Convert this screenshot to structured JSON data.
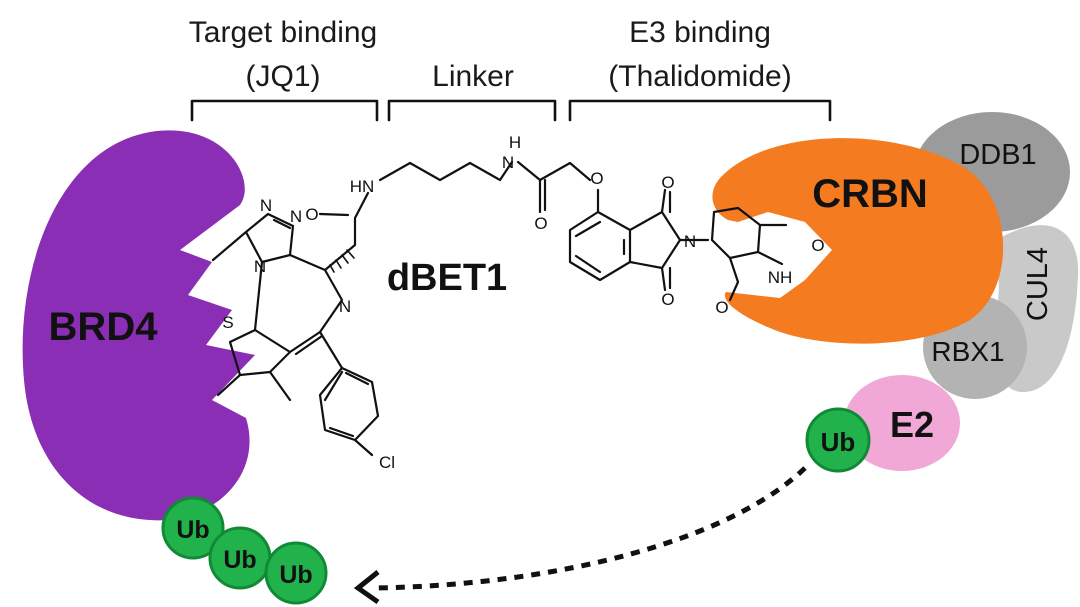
{
  "headers": {
    "target_line1": "Target binding",
    "target_line2": "(JQ1)",
    "linker": "Linker",
    "e3_line1": "E3 binding",
    "e3_line2": "(Thalidomide)"
  },
  "molecule": {
    "name": "dBET1",
    "atoms": {
      "hn_left": "HN",
      "h_top": "H",
      "n_amide": "N",
      "o_amide": "O",
      "o_amide2": "O",
      "o_ether": "O",
      "o_imide_top": "O",
      "o_imide_bot": "O",
      "n_imide": "N",
      "o_glut_top": "O",
      "o_glut_bot": "O",
      "nh_glut": "NH",
      "n_tri1": "N",
      "n_tri2": "N",
      "n_tri3": "N",
      "n_diaz": "N",
      "s_thio": "S",
      "cl": "Cl"
    }
  },
  "proteins": {
    "brd4": "BRD4",
    "crbn": "CRBN",
    "ddb1": "DDB1",
    "cul4": "CUL4",
    "rbx1": "RBX1",
    "e2": "E2",
    "ub": "Ub"
  },
  "ub_chain": [
    "Ub",
    "Ub",
    "Ub"
  ],
  "colors": {
    "brd4": "#8a2fb5",
    "crbn": "#f47b20",
    "gray_dark": "#9b9b9b",
    "gray_mid": "#b3b3b3",
    "gray_light": "#c9c9c9",
    "e2": "#f1a8d6",
    "ub": "#22b24c",
    "ub_stroke": "#118a36"
  }
}
